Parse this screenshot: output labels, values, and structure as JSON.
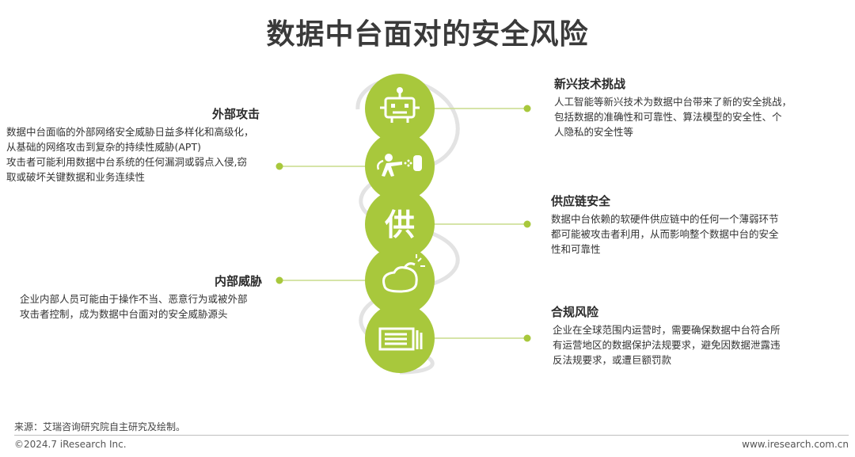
{
  "title": "数据中台面对的安全风险",
  "colors": {
    "accent": "#a8c83c",
    "accent_dark": "#8fb02a",
    "ring": "#e6e6e6"
  },
  "risks": [
    {
      "heading": "新兴技术挑战",
      "lines": [
        "人工智能等新兴技术为数据中台带来了新的安全挑战，",
        "包括数据的准确性和可靠性、算法模型的安全性、个",
        "人隐私的安全性等"
      ],
      "icon": "robot-icon"
    },
    {
      "heading": "外部攻击",
      "lines": [
        "数据中台面临的外部网络安全威胁日益多样化和高级化，",
        "从基础的网络攻击到复杂的持续性威胁(APT)",
        "攻击者可能利用数据中台系统的任何漏洞或弱点入侵,窃",
        "取或破坏关键数据和业务连续性"
      ],
      "icon": "attacker-icon"
    },
    {
      "heading": "供应链安全",
      "lines": [
        "数据中台依赖的软硬件供应链中的任何一个薄弱环节",
        "都可能被攻击者利用，从而影响整个数据中台的安全",
        "性和可靠性"
      ],
      "icon": "supply-icon",
      "icon_text": "供"
    },
    {
      "heading": "内部威胁",
      "lines": [
        "企业内部人员可能由于操作不当、恶意行为或被外部",
        "攻击者控制，成为数据中台面对的安全威胁源头"
      ],
      "icon": "bomb-icon"
    },
    {
      "heading": "合规风险",
      "lines": [
        "企业在全球范围内运营时，需要确保数据中台符合所",
        "有运营地区的数据保护法规要求，避免因数据泄露违",
        "反法规要求，或遭巨额罚款"
      ],
      "icon": "document-icon"
    }
  ],
  "footer": {
    "source": "来源：艾瑞咨询研究院自主研究及绘制。",
    "copyright": "©2024.7 iResearch Inc.",
    "website": "www.iresearch.com.cn"
  }
}
